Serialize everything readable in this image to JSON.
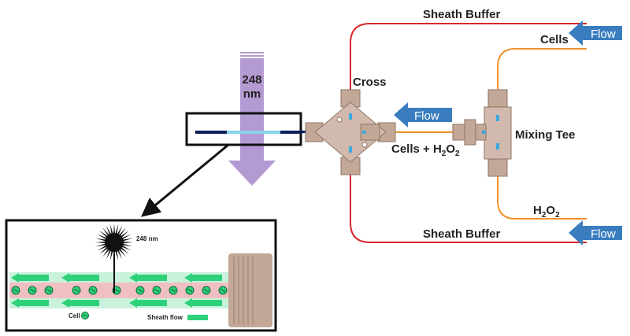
{
  "labels": {
    "sheath_buffer_top": "Sheath Buffer",
    "sheath_buffer_bottom": "Sheath Buffer",
    "cells": "Cells",
    "cross": "Cross",
    "mixing_tee": "Mixing Tee",
    "cells_h2o2_prefix": "Cells + H",
    "cells_h2o2_sub1": "2",
    "cells_h2o2_mid": "O",
    "cells_h2o2_sub2": "2",
    "h2o2_h": "H",
    "h2o2_sub1": "2",
    "h2o2_o": "O",
    "h2o2_sub2": "2",
    "laser_248": "248",
    "laser_nm": "nm",
    "laser_inset": "248 nm",
    "flow_top": "Flow",
    "flow_mid": "Flow",
    "flow_bottom": "Flow",
    "legend_cell": "Cell",
    "legend_sheath": "Sheath flow"
  },
  "colors": {
    "sheath_line": "#d9262a",
    "cells_line": "#f0922b",
    "flow_arrow": "#3a7dbf",
    "laser": "#b49ad3",
    "fitting": "#c3a898",
    "sheath_flow": "#2fd07a",
    "core": "#f0bfc2",
    "capillary_dark": "#0c1f5a",
    "capillary_light": "#8ad3ee"
  }
}
